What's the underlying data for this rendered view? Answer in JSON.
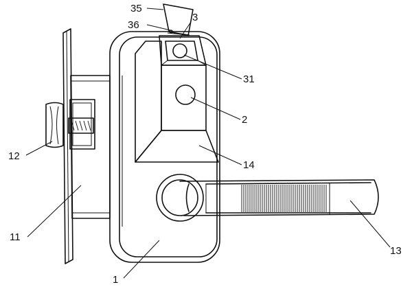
{
  "figure": {
    "labels": {
      "n35": "35",
      "n36": "36",
      "n3": "3",
      "n31": "31",
      "n2": "2",
      "n14": "14",
      "n12": "12",
      "n11": "11",
      "n13": "13",
      "n1": "1"
    }
  }
}
